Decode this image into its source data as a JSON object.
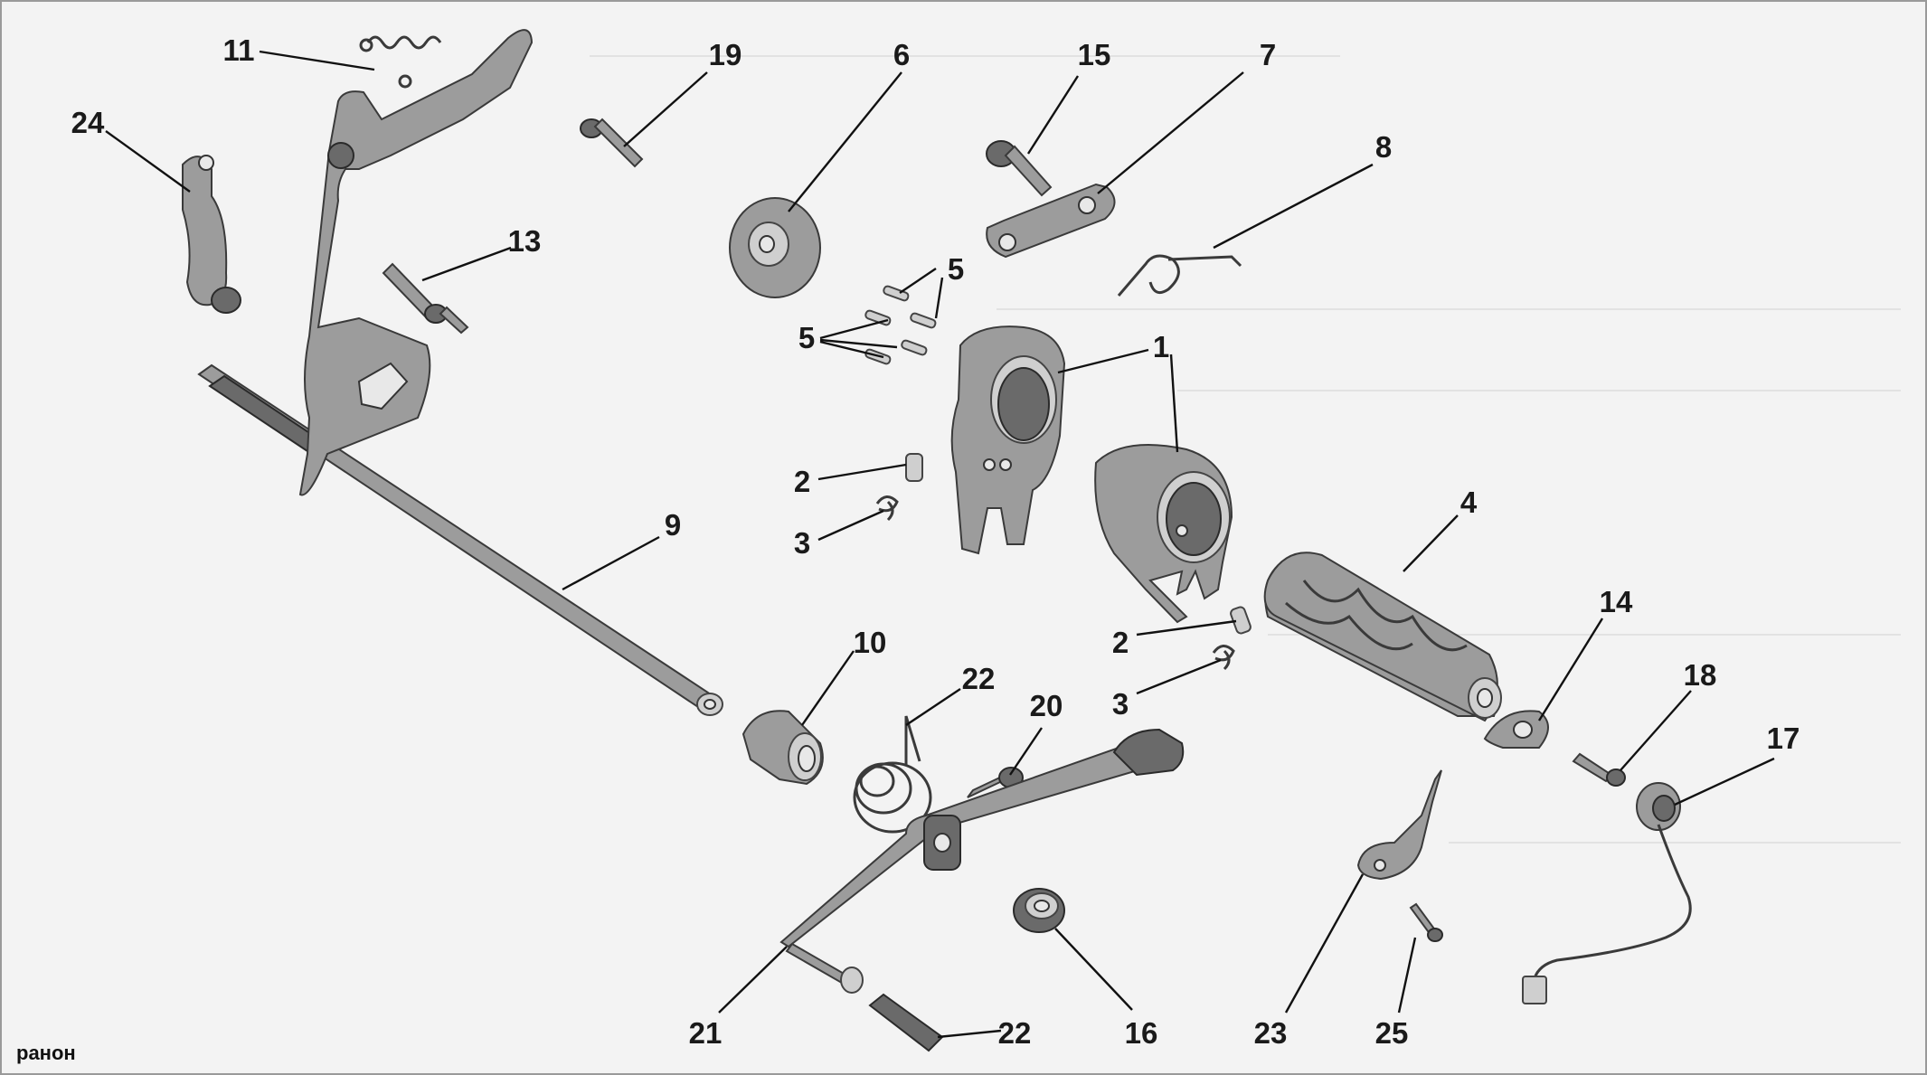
{
  "diagram": {
    "labels": [
      "1",
      "2",
      "3",
      "4",
      "5",
      "6",
      "7",
      "8",
      "9",
      "10",
      "11",
      "13",
      "14",
      "15",
      "16",
      "17",
      "18",
      "19",
      "20",
      "21",
      "22",
      "23",
      "24",
      "25"
    ],
    "logo": "ранон"
  }
}
